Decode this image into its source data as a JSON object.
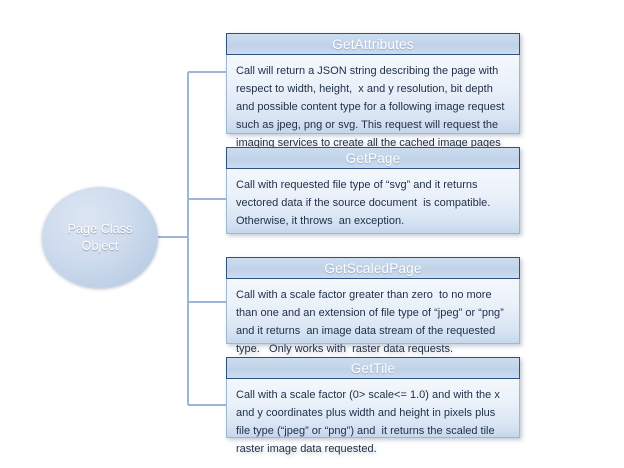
{
  "diagram": {
    "type": "tree",
    "root": {
      "label": "Page Class\nObject",
      "shape": "ellipse",
      "fill": "#cfdcee",
      "border": "#22406b",
      "text_color": "#ffffff"
    },
    "connector_color": "#9ab6d8",
    "nodes": [
      {
        "title": "GetAttributes",
        "body": "Call will return a JSON string describing the page with respect to width, height,  x and y resolution, bit depth and possible content type for a following image request such as jpeg, png or svg. This request will request the  imaging services to create all the cached image pages necessary if the request is for the first page."
      },
      {
        "title": "GetPage",
        "body": "Call with requested file type of “svg” and it returns vectored data if the source document  is compatible. Otherwise, it throws  an exception."
      },
      {
        "title": "GetScaledPage",
        "body": "Call with a scale factor greater than zero  to no more than one and an extension of file type of “jpeg” or “png” and it returns  an image data stream of the requested type.   Only works with  raster data requests."
      },
      {
        "title": "GetTile",
        "body": "Call with a scale factor (0> scale<= 1.0) and with the x and y coordinates plus width and height in pixels plus file type (“jpeg” or “png”) and  it returns the scaled tile raster image data requested."
      }
    ]
  }
}
